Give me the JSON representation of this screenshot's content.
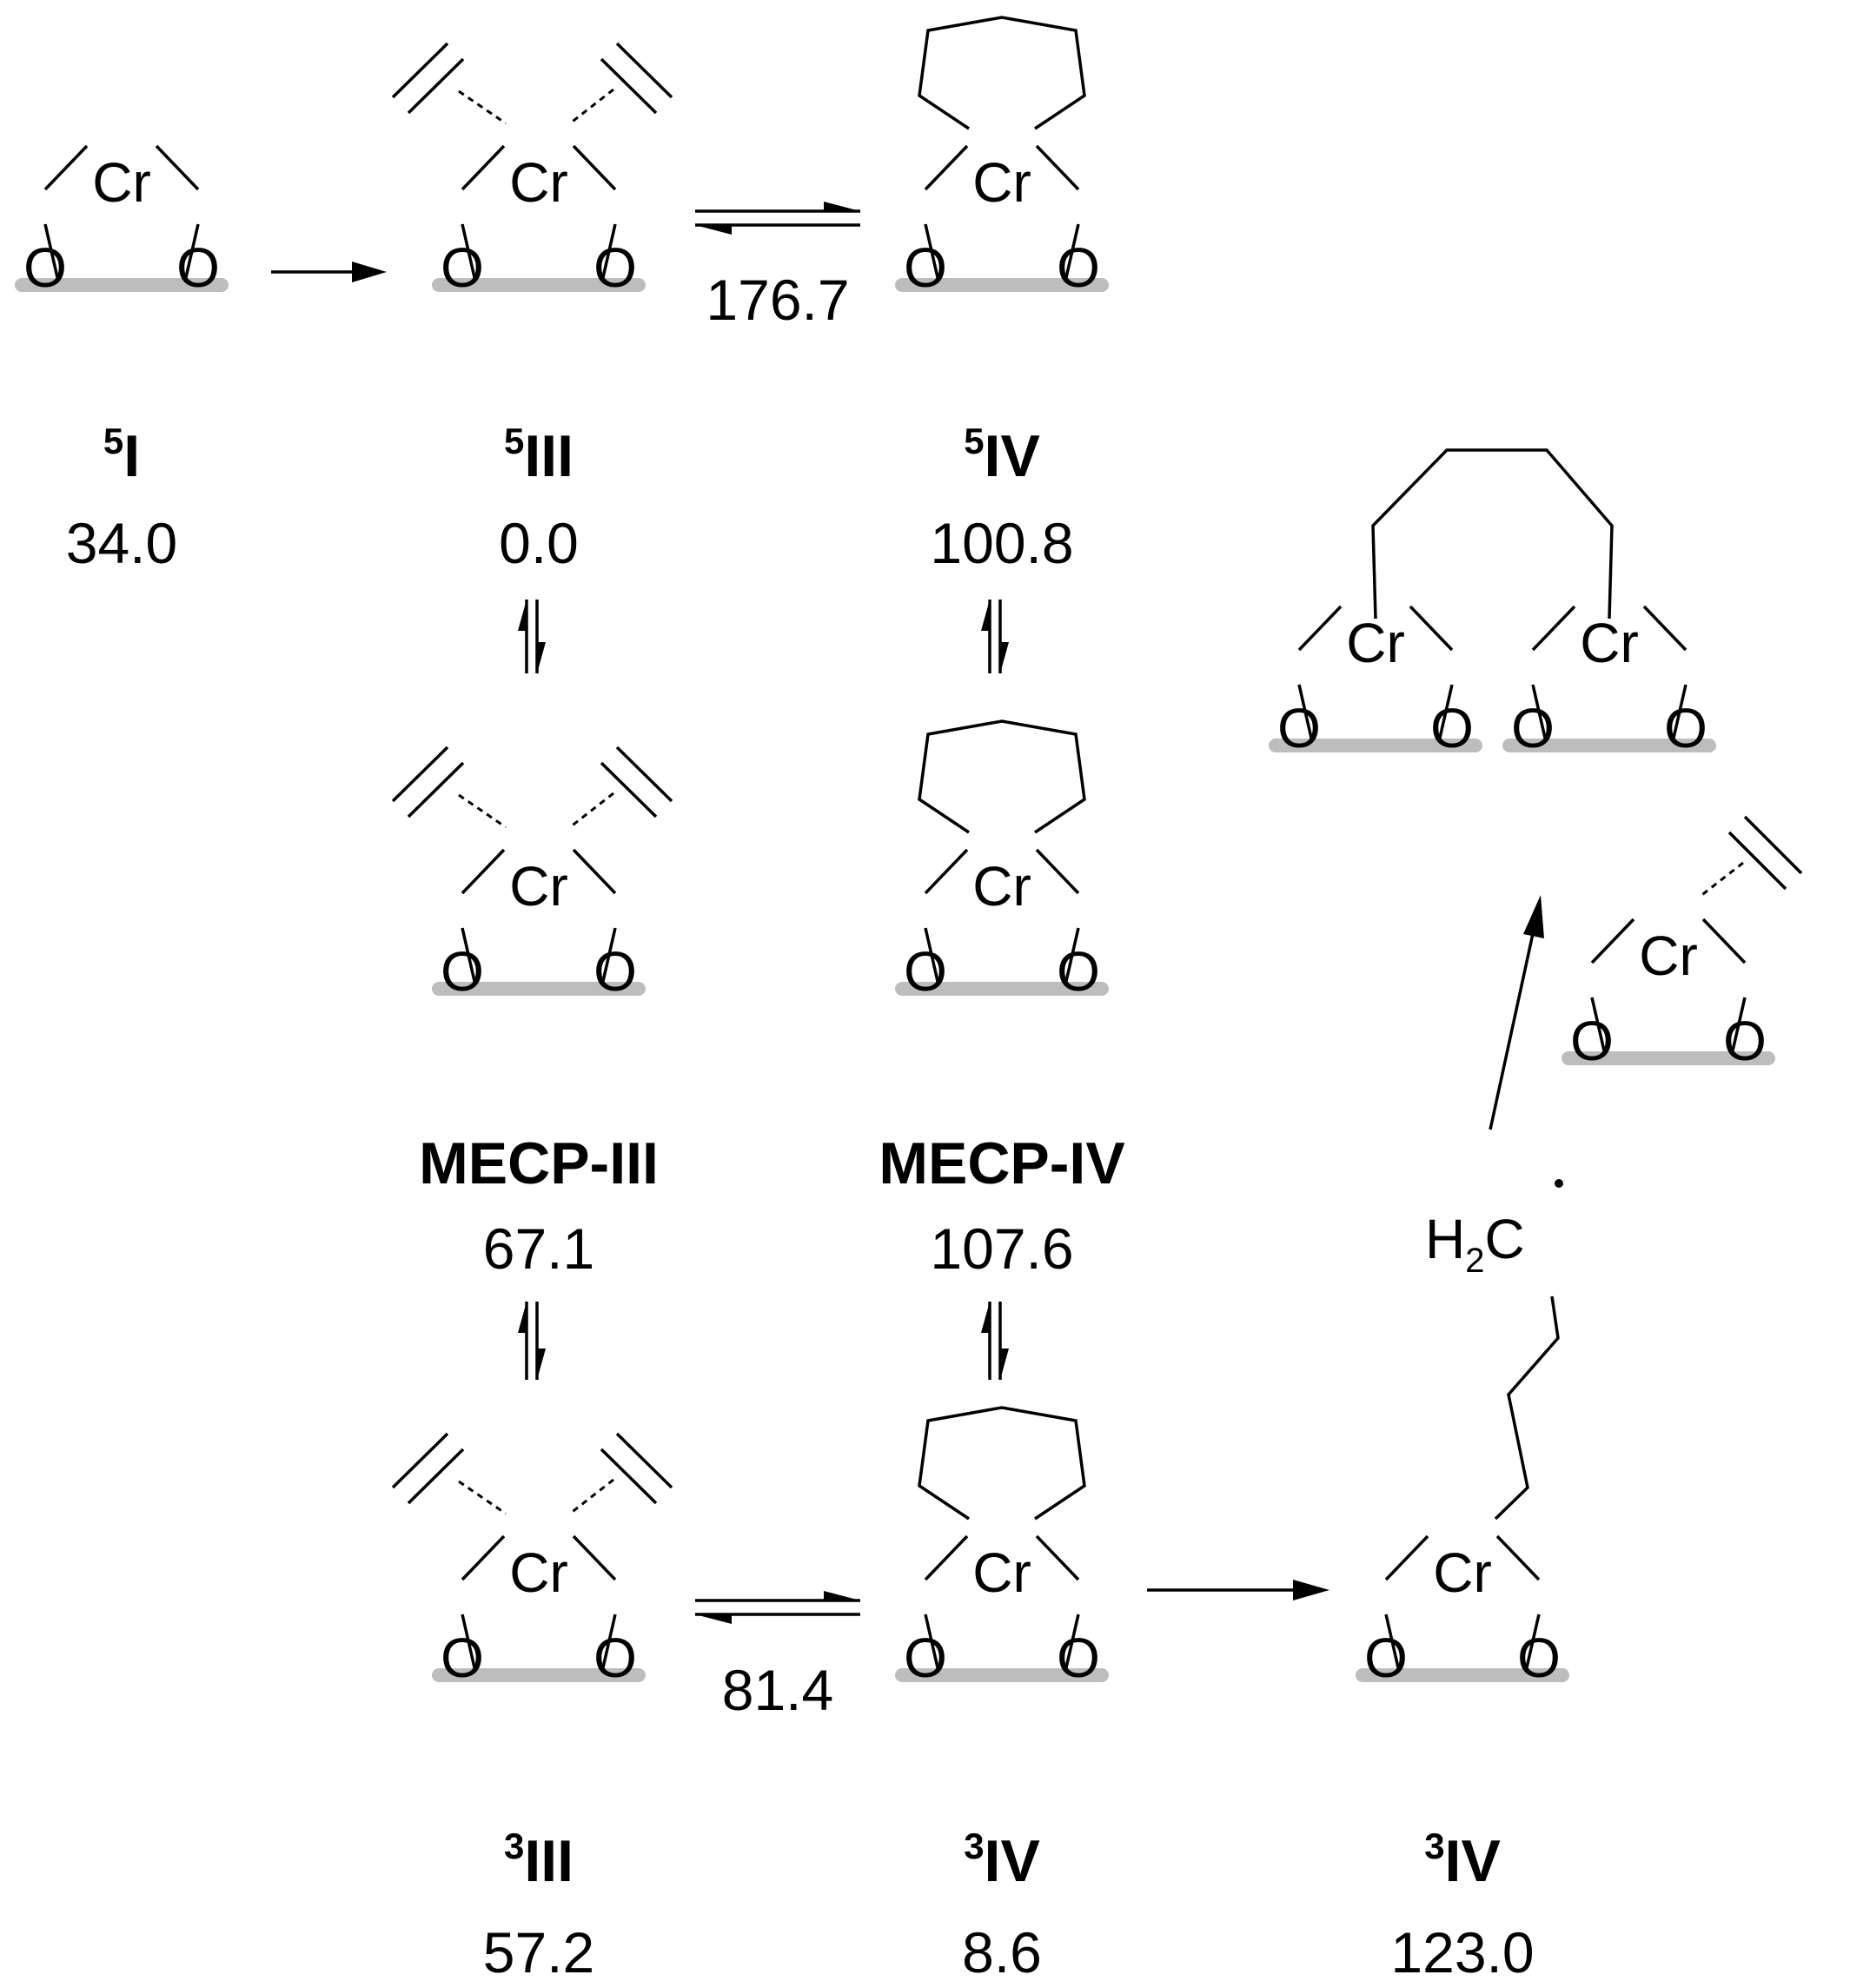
{
  "atoms": {
    "chromium": "Cr",
    "oxygen": "O",
    "methylene": "H",
    "methylene_sub": "2",
    "methylene_tail": "C"
  },
  "species": [
    {
      "id": "5I",
      "spin": "5",
      "name": "I",
      "energy": "34.0"
    },
    {
      "id": "5III",
      "spin": "5",
      "name": "III",
      "energy": "0.0"
    },
    {
      "id": "5IV",
      "spin": "5",
      "name": "IV",
      "energy": "100.8"
    },
    {
      "id": "MECP-III",
      "spin": "",
      "name": "MECP-III",
      "energy": "67.1"
    },
    {
      "id": "MECP-IV",
      "spin": "",
      "name": "MECP-IV",
      "energy": "107.6"
    },
    {
      "id": "3III",
      "spin": "3",
      "name": "III",
      "energy": "57.2"
    },
    {
      "id": "3IV",
      "spin": "3",
      "name": "IV",
      "energy": "8.6"
    },
    {
      "id": "3IV-open",
      "spin": "3",
      "name": "IV",
      "energy": "123.0"
    }
  ],
  "transitions": [
    {
      "from": "5III",
      "to": "5IV",
      "barrier": "176.7"
    },
    {
      "from": "3III",
      "to": "3IV",
      "barrier": "81.4"
    }
  ],
  "colors": {
    "surface": "#bdbdbd",
    "ink": "#000000"
  }
}
